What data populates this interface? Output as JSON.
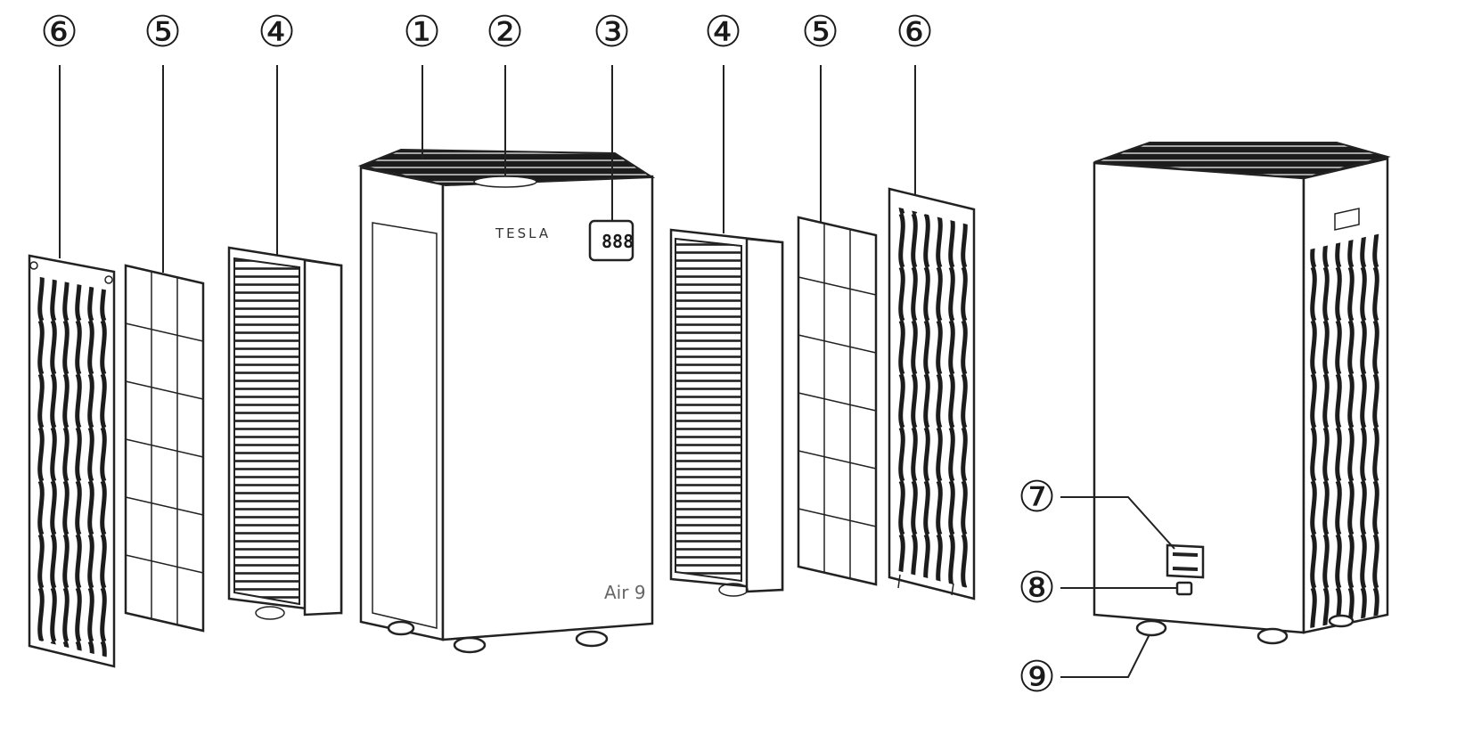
{
  "labels": {
    "left_cover": "⑥",
    "left_prefilter": "⑤",
    "left_hepa": "④",
    "body": "①",
    "top_outlet": "②",
    "display": "③",
    "right_hepa": "④",
    "right_prefilter": "⑤",
    "right_cover": "⑥",
    "rear_handle": "⑦",
    "rear_power": "⑧",
    "rear_wheels": "⑨"
  },
  "product": {
    "brand": "TESLA",
    "model": "Air 9",
    "display_readout": "888"
  }
}
